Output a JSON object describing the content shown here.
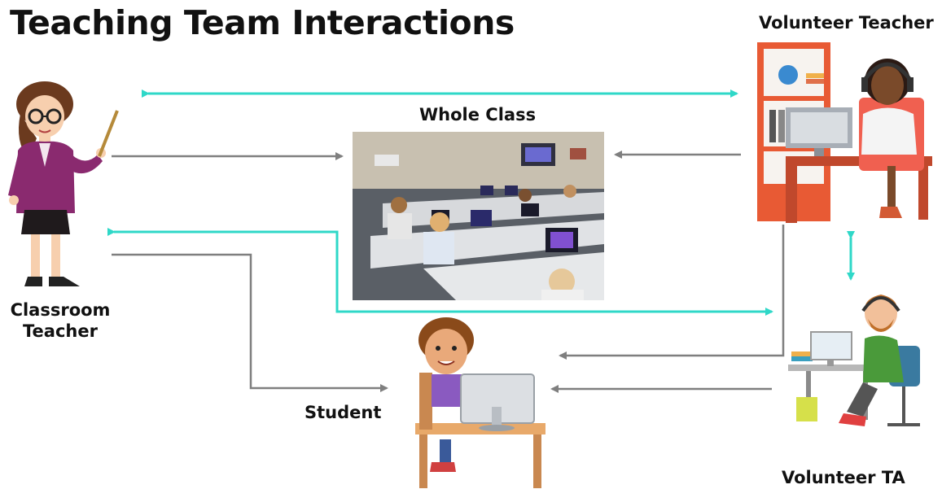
{
  "title": "Teaching Team Interactions",
  "labels": {
    "whole_class": "Whole Class",
    "volunteer_teacher": "Volunteer Teacher",
    "classroom_teacher": "Classroom Teacher",
    "student": "Student",
    "volunteer_ta": "Volunteer TA"
  },
  "colors": {
    "teal": "#2fd8c8",
    "gray": "#7f7f7f"
  }
}
